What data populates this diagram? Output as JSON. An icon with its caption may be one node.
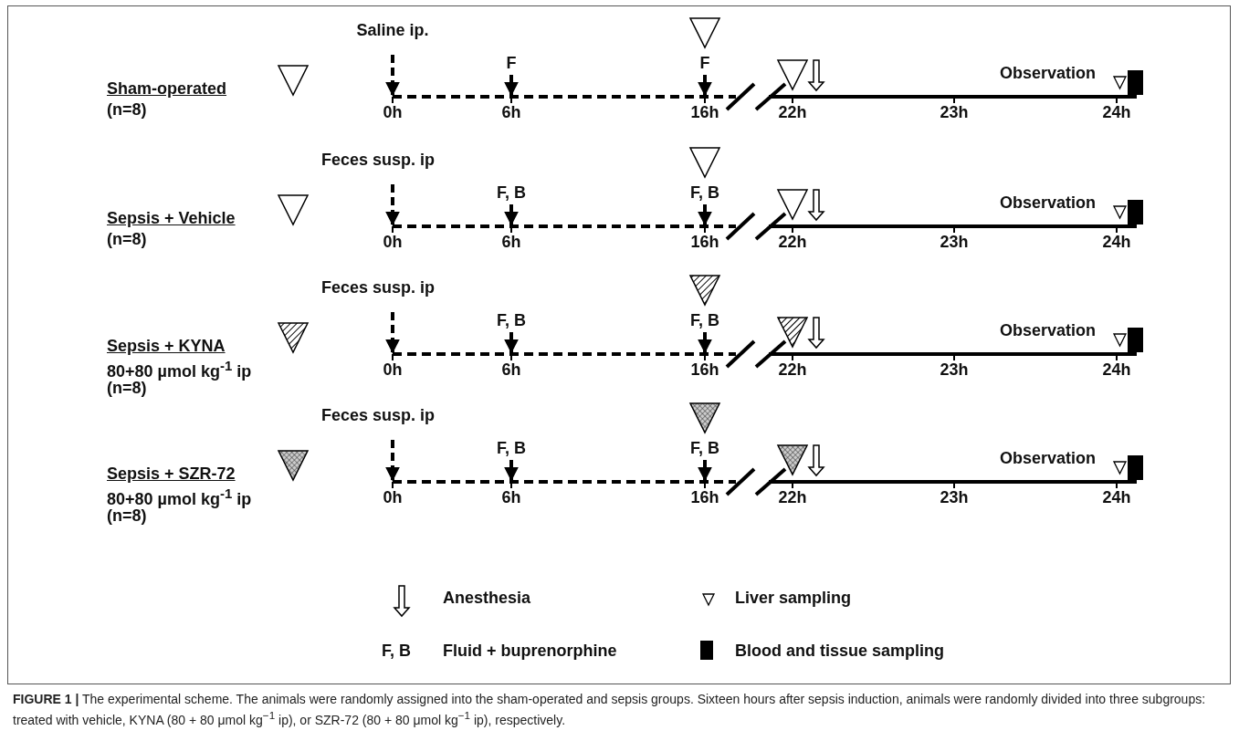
{
  "diagram": {
    "caption": "**FIGURE 1 |** The experimental scheme. The animals were randomly assigned into the sham-operated and sepsis groups. Sixteen hours after sepsis induction, animals were randomly divided into three subgroups: treated with vehicle, KYNA (80 + 80 μmol kg$^{−1}$ ip), or SZR-72 (80 + 80 μmol kg$^{−1}$ ip), respectively.",
    "labels": [
      "Saline ip.",
      "Sham-operated",
      "(n=8)",
      "F",
      "F",
      "Observation",
      "0h",
      "6h",
      "16h",
      "22h",
      "23h",
      "24h",
      "Feces susp. ip",
      "Sepsis + Vehicle",
      "(n=8)",
      "F, B",
      "F, B",
      "Observation",
      "0h",
      "6h",
      "16h",
      "22h",
      "23h",
      "24h",
      "Feces susp. ip",
      "Sepsis + KYNA",
      "80+80 µmol kg$^{-1}$ ip",
      "(n=8)",
      "F, B",
      "F, B",
      "Observation",
      "0h",
      "6h",
      "16h",
      "22h",
      "23h",
      "24h",
      "Feces susp. ip",
      "Sepsis + SZR-72",
      "80+80 µmol kg$^{-1}$ ip",
      "(n=8)",
      "F, B",
      "F, B",
      "Observation",
      "0h",
      "6h",
      "16h",
      "22h",
      "23h",
      "24h",
      "F, B"
    ],
    "legend": [
      {
        "text": "Anesthesia"
      },
      {
        "text": "Liver sampling"
      },
      {
        "text": "Fluid + buprenorphine"
      },
      {
        "text": "Blood and tissue sampling",
        "color": "#000000"
      }
    ]
  }
}
